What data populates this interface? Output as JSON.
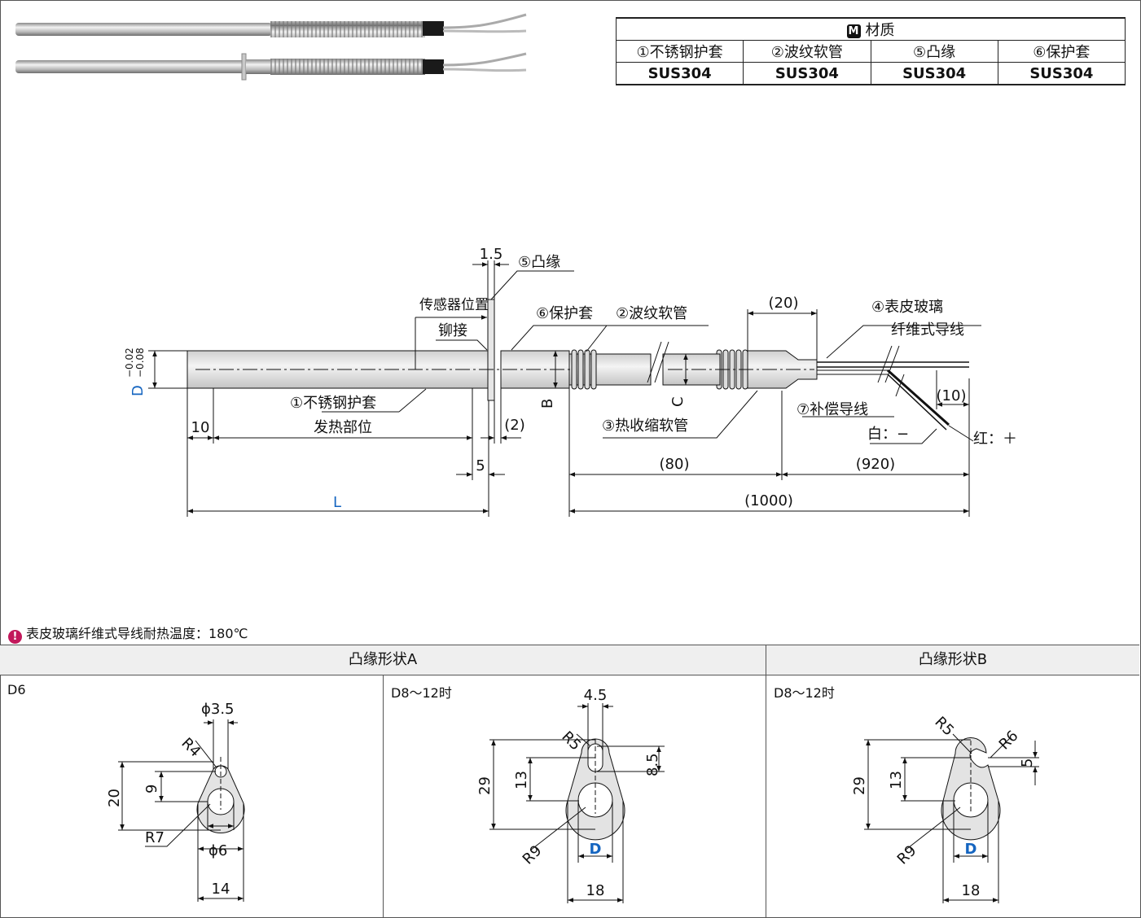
{
  "material_table": {
    "header": "材质",
    "header_icon_letter": "M",
    "columns": [
      "①不锈钢护套",
      "②波纹软管",
      "⑤凸缘",
      "⑥保护套"
    ],
    "values": [
      "SUS304",
      "SUS304",
      "SUS304",
      "SUS304"
    ]
  },
  "main_drawing": {
    "labels": {
      "flange_thickness": "1.5",
      "flange": "⑤凸缘",
      "sensor_position": "传感器位置",
      "rivet": "铆接",
      "protective_cover": "⑥保护套",
      "corrugated_tube": "②波纹软管",
      "glass_fiber_dim": "(20)",
      "glass_fiber_wire_1": "④表皮玻璃",
      "glass_fiber_wire_2": "纤维式导线",
      "d_label": "D",
      "d_tol_upper": "−0.02",
      "d_tol_lower": "−0.08",
      "sheath": "①不锈钢护套",
      "b_label": "B",
      "c_label": "C",
      "heat_shrink": "③热收缩软管",
      "compensation_wire": "⑦补偿导线",
      "wire_end": "(10)",
      "white": "白：−",
      "red": "红：＋",
      "dim_10": "10",
      "heating_section": "发热部位",
      "dim_2": "(2)",
      "dim_5": "5",
      "dim_80": "(80)",
      "dim_920": "(920)",
      "L": "L",
      "dim_1000": "(1000)"
    }
  },
  "note": {
    "icon": "warning-icon",
    "text": "表皮玻璃纤维式导线耐热温度：180℃"
  },
  "flange_shapes": {
    "group_a_title": "凸缘形状A",
    "group_b_title": "凸缘形状B",
    "a_d6": {
      "condition": "D6",
      "hole": "ϕ3.5",
      "r_small": "R4",
      "height": "20",
      "offset": "9",
      "r_large": "R7",
      "bore": "ϕ6",
      "width": "14"
    },
    "a_d8_12": {
      "condition": "D8～12时",
      "slot_width": "4.5",
      "r_small": "R5",
      "slot_len": "8.5",
      "height": "29",
      "offset": "13",
      "r_large": "R9",
      "bore": "D",
      "width": "18"
    },
    "b_d8_12": {
      "condition": "D8～12时",
      "r_small": "R5",
      "r_notch": "R6",
      "notch": "5",
      "height": "29",
      "offset": "13",
      "r_large": "R9",
      "bore": "D",
      "width": "18"
    }
  },
  "colors": {
    "accent_blue": "#1565c0",
    "warning": "#c2185b"
  }
}
